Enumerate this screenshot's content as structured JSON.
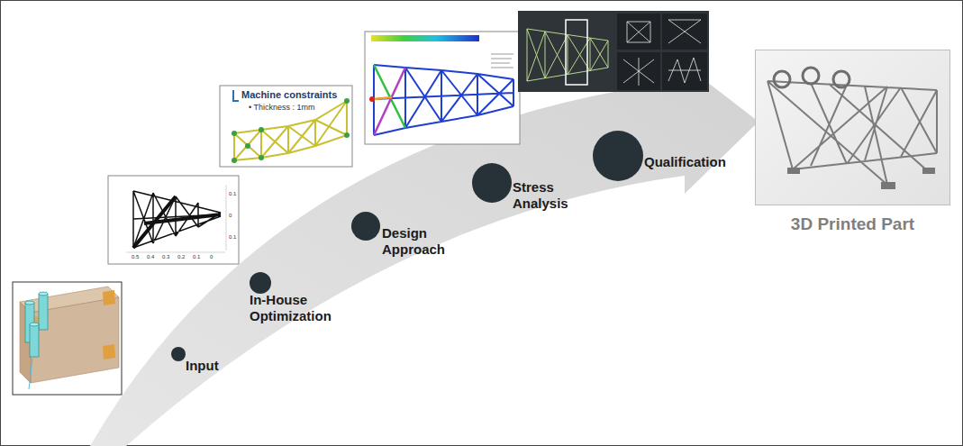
{
  "diagram": {
    "nodes": [
      {
        "text": [
          "Input"
        ]
      },
      {
        "text": [
          "In-House Optimization"
        ]
      },
      {
        "text": [
          "Design Approach"
        ]
      },
      {
        "text": [
          "Stress Analysis"
        ]
      },
      {
        "text": [
          "Qualification"
        ]
      },
      {
        "text": [
          "3D Printed Part"
        ]
      }
    ],
    "labels": [
      "Machine constraints",
      "• Thickness : 1mm",
      "0.5",
      "0.4",
      "0.3",
      "0.2",
      "0.1",
      "0",
      "0.1",
      "0",
      "0.1"
    ]
  }
}
